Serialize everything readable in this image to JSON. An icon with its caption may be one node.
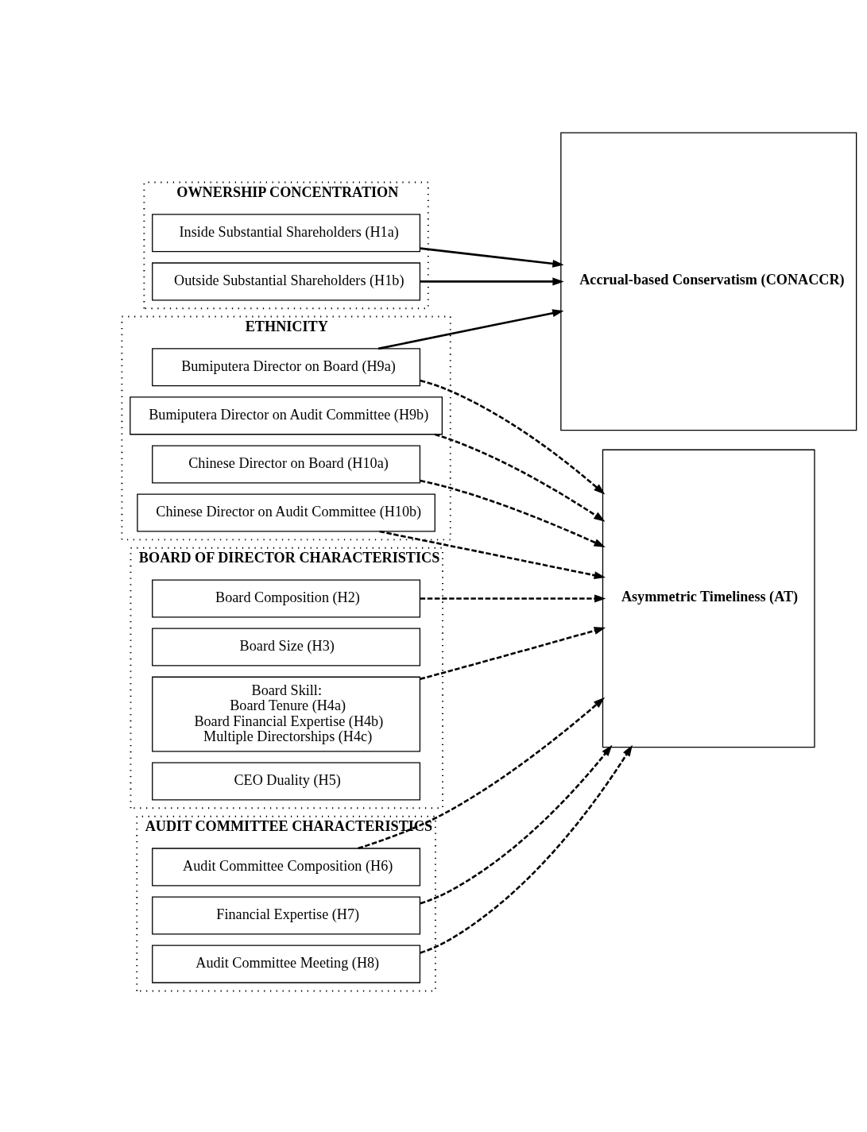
{
  "diagram": {
    "nodes": [
      {
        "text": [
          "OWNERSHIP CONCENTRATION"
        ]
      },
      {
        "text": [
          "Inside Substantial Shareholders (H1a)"
        ],
        "in": 0
      },
      {
        "text": [
          "Outside Substantial Shareholders (H1b)"
        ],
        "in": 0
      },
      {
        "text": [
          "BOARD OF DIRECTOR CHARACTERISTICS"
        ]
      },
      {
        "text": [
          "Board Composition (H2)"
        ],
        "in": 3
      },
      {
        "text": [
          "Board Size (H3)"
        ],
        "in": 3
      },
      {
        "text": [
          "Board Skill:",
          "Board Tenure (H4a)",
          "Board Financial Expertise (H4b)",
          "Multiple Directorships (H4c)"
        ],
        "in": 3
      },
      {
        "text": [
          "CEO Duality (H5)"
        ],
        "in": 3
      },
      {
        "text": [
          "AUDIT COMMITTEE CHARACTERISTICS"
        ]
      },
      {
        "text": [
          "Audit Committee Composition (H6)"
        ],
        "in": 8
      },
      {
        "text": [
          "Financial Expertise (H7)"
        ],
        "in": 8
      },
      {
        "text": [
          "Audit Committee Meeting (H8)"
        ],
        "in": 8
      },
      {
        "text": [
          "ETHNICITY"
        ]
      },
      {
        "text": [
          "Bumiputera Director on Board (H9a)"
        ],
        "in": 12
      },
      {
        "text": [
          "Bumiputera Director on Audit Committee (H9b)"
        ],
        "in": 12
      },
      {
        "text": [
          "Chinese Director on Board (H10a)"
        ],
        "in": 12
      },
      {
        "text": [
          "Chinese Director on Audit Committee (H10b)"
        ],
        "in": 12
      },
      {
        "text": [
          "Accrual-based Conservatism (CONACCR)"
        ]
      },
      {
        "text": [
          "Asymmetric Timeliness (AT)"
        ]
      }
    ],
    "edges": [
      {
        "from": 1,
        "to": 17,
        "arrow": "to"
      },
      {
        "from": 2,
        "to": 17,
        "arrow": "to"
      },
      {
        "from": 4,
        "to": 18,
        "arrow": "to",
        "style": "dashed"
      },
      {
        "from": 6,
        "to": 18,
        "arrow": "to",
        "style": "dashed"
      },
      {
        "from": 13,
        "to": 17,
        "arrow": "to"
      },
      {
        "from": 9,
        "to": 18,
        "arrow": "to",
        "style": "dashed"
      },
      {
        "from": 10,
        "to": 18,
        "arrow": "to",
        "style": "dashed"
      },
      {
        "from": 11,
        "to": 18,
        "arrow": "to",
        "style": "dashed"
      },
      {
        "from": 13,
        "to": 18,
        "arrow": "to",
        "style": "dashed"
      },
      {
        "from": 14,
        "to": 18,
        "arrow": "to",
        "style": "dashed"
      },
      {
        "from": 15,
        "to": 18,
        "arrow": "to",
        "style": "dashed"
      },
      {
        "from": 16,
        "to": 18,
        "arrow": "to",
        "style": "dashed"
      }
    ]
  }
}
